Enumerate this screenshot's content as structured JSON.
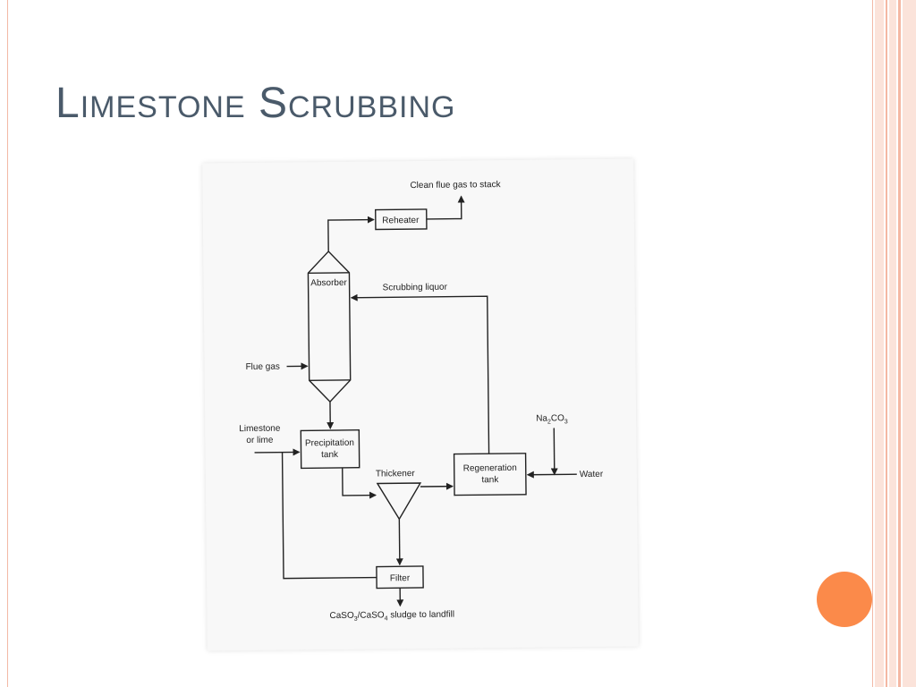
{
  "slide": {
    "title": "Limestone Scrubbing",
    "accent_color": "#fb8a4a",
    "title_color": "#4a5a6a"
  },
  "diagram": {
    "clean_gas": "Clean flue gas to stack",
    "reheater": "Reheater",
    "absorber": "Absorber",
    "scrubbing_liquor": "Scrubbing liquor",
    "flue_gas": "Flue gas",
    "limestone_1": "Limestone",
    "limestone_2": "or lime",
    "precip_1": "Precipitation",
    "precip_2": "tank",
    "thickener": "Thickener",
    "regen_1": "Regeneration",
    "regen_2": "tank",
    "na2co3_main": "Na",
    "na2co3_sub1": "2",
    "na2co3_mid": "CO",
    "na2co3_sub2": "3",
    "water": "Water",
    "filter": "Filter",
    "sludge_a": "CaSO",
    "sludge_sub1": "3",
    "sludge_b": "/CaSO",
    "sludge_sub2": "4",
    "sludge_c": " sludge to landfill"
  }
}
